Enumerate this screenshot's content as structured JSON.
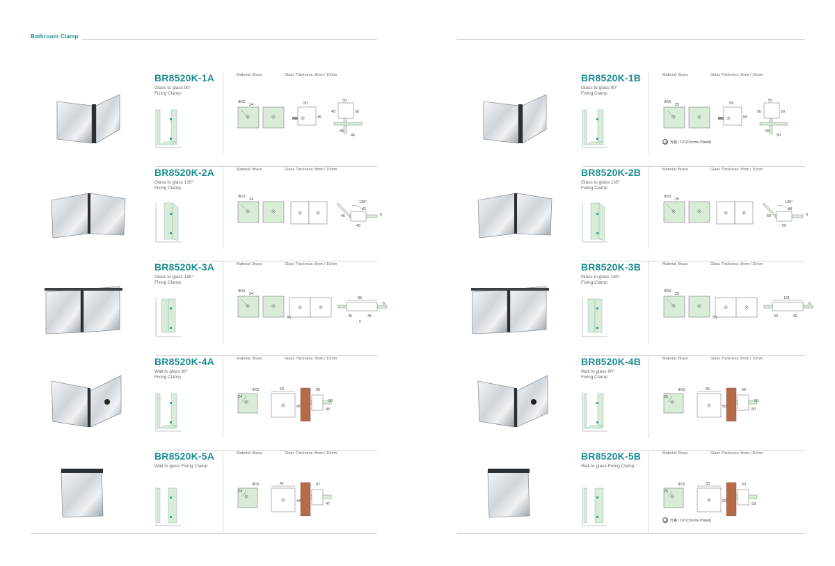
{
  "header": {
    "section_title": "Bathroom Clamp"
  },
  "spec_labels": {
    "material": "Material: Brass",
    "thickness": "Glass Thickness: 8mm / 10mm"
  },
  "finish_note": "光铬 / CP (Chrome Plated)",
  "colors": {
    "accent": "#1b8d8f",
    "glass": "#d8ecd8",
    "glass_edge": "#3aa0a0",
    "brick": "#b56a4a"
  },
  "left_products": [
    {
      "model": "BR8520K-1A",
      "desc1": "Glass to glass 90°",
      "desc2": "Fixing Clamp",
      "kind": "g90",
      "dims": [
        "Φ15",
        "24",
        "50",
        "45",
        "50",
        "50",
        "45",
        "45"
      ]
    },
    {
      "model": "BR8520K-2A",
      "desc1": "Glass to glass 135°",
      "desc2": "Fixing Clamp",
      "kind": "g135",
      "dims": [
        "Φ15",
        "24",
        "135°",
        "42",
        "45",
        "6",
        "45"
      ]
    },
    {
      "model": "BR8520K-3A",
      "desc1": "Glass to glass 180°",
      "desc2": "Fixing Clamp",
      "kind": "g180",
      "dims": [
        "Φ15",
        "24",
        "45",
        "95",
        "6",
        "45",
        "45",
        "5"
      ]
    },
    {
      "model": "BR8520K-4A",
      "desc1": "Wall to glass 90°",
      "desc2": "Fixing Clamp",
      "kind": "w90",
      "dims": [
        "Φ15",
        "24",
        "50",
        "45",
        "50",
        "50",
        "45"
      ]
    },
    {
      "model": "BR8520K-5A",
      "desc1": "Wall to glass Fixing Clamp",
      "desc2": "",
      "kind": "w180",
      "dims": [
        "Φ15",
        "24",
        "47",
        "44",
        "47"
      ]
    }
  ],
  "right_products": [
    {
      "model": "BR8520K-1B",
      "desc1": "Glass to glass 90°",
      "desc2": "Fixing Clamp",
      "kind": "g90",
      "dims": [
        "Φ15",
        "25",
        "55",
        "50",
        "55",
        "50",
        "55",
        "50"
      ],
      "finish": true
    },
    {
      "model": "BR8520K-2B",
      "desc1": "Glass to glass 135°",
      "desc2": "Fixing Clamp",
      "kind": "g135",
      "dims": [
        "Φ15",
        "25",
        "135°",
        "48",
        "50",
        "6",
        "50"
      ]
    },
    {
      "model": "BR8520K-3B",
      "desc1": "Glass to glass 180°",
      "desc2": "Fixing Clamp",
      "kind": "g180",
      "dims": [
        "Φ15",
        "25",
        "50",
        "101",
        "6",
        "50",
        "50",
        ""
      ]
    },
    {
      "model": "BR8520K-4B",
      "desc1": "Wall to glass 90°",
      "desc2": "Fixing Clamp",
      "kind": "w90",
      "dims": [
        "Φ15",
        "25",
        "55",
        "50",
        "50",
        "50",
        "50"
      ]
    },
    {
      "model": "BR8520K-5B",
      "desc1": "Wall to glass Fixing Clamp",
      "desc2": "",
      "kind": "w180",
      "dims": [
        "Φ15",
        "25",
        "53",
        "50",
        "53"
      ],
      "finish": true
    }
  ]
}
